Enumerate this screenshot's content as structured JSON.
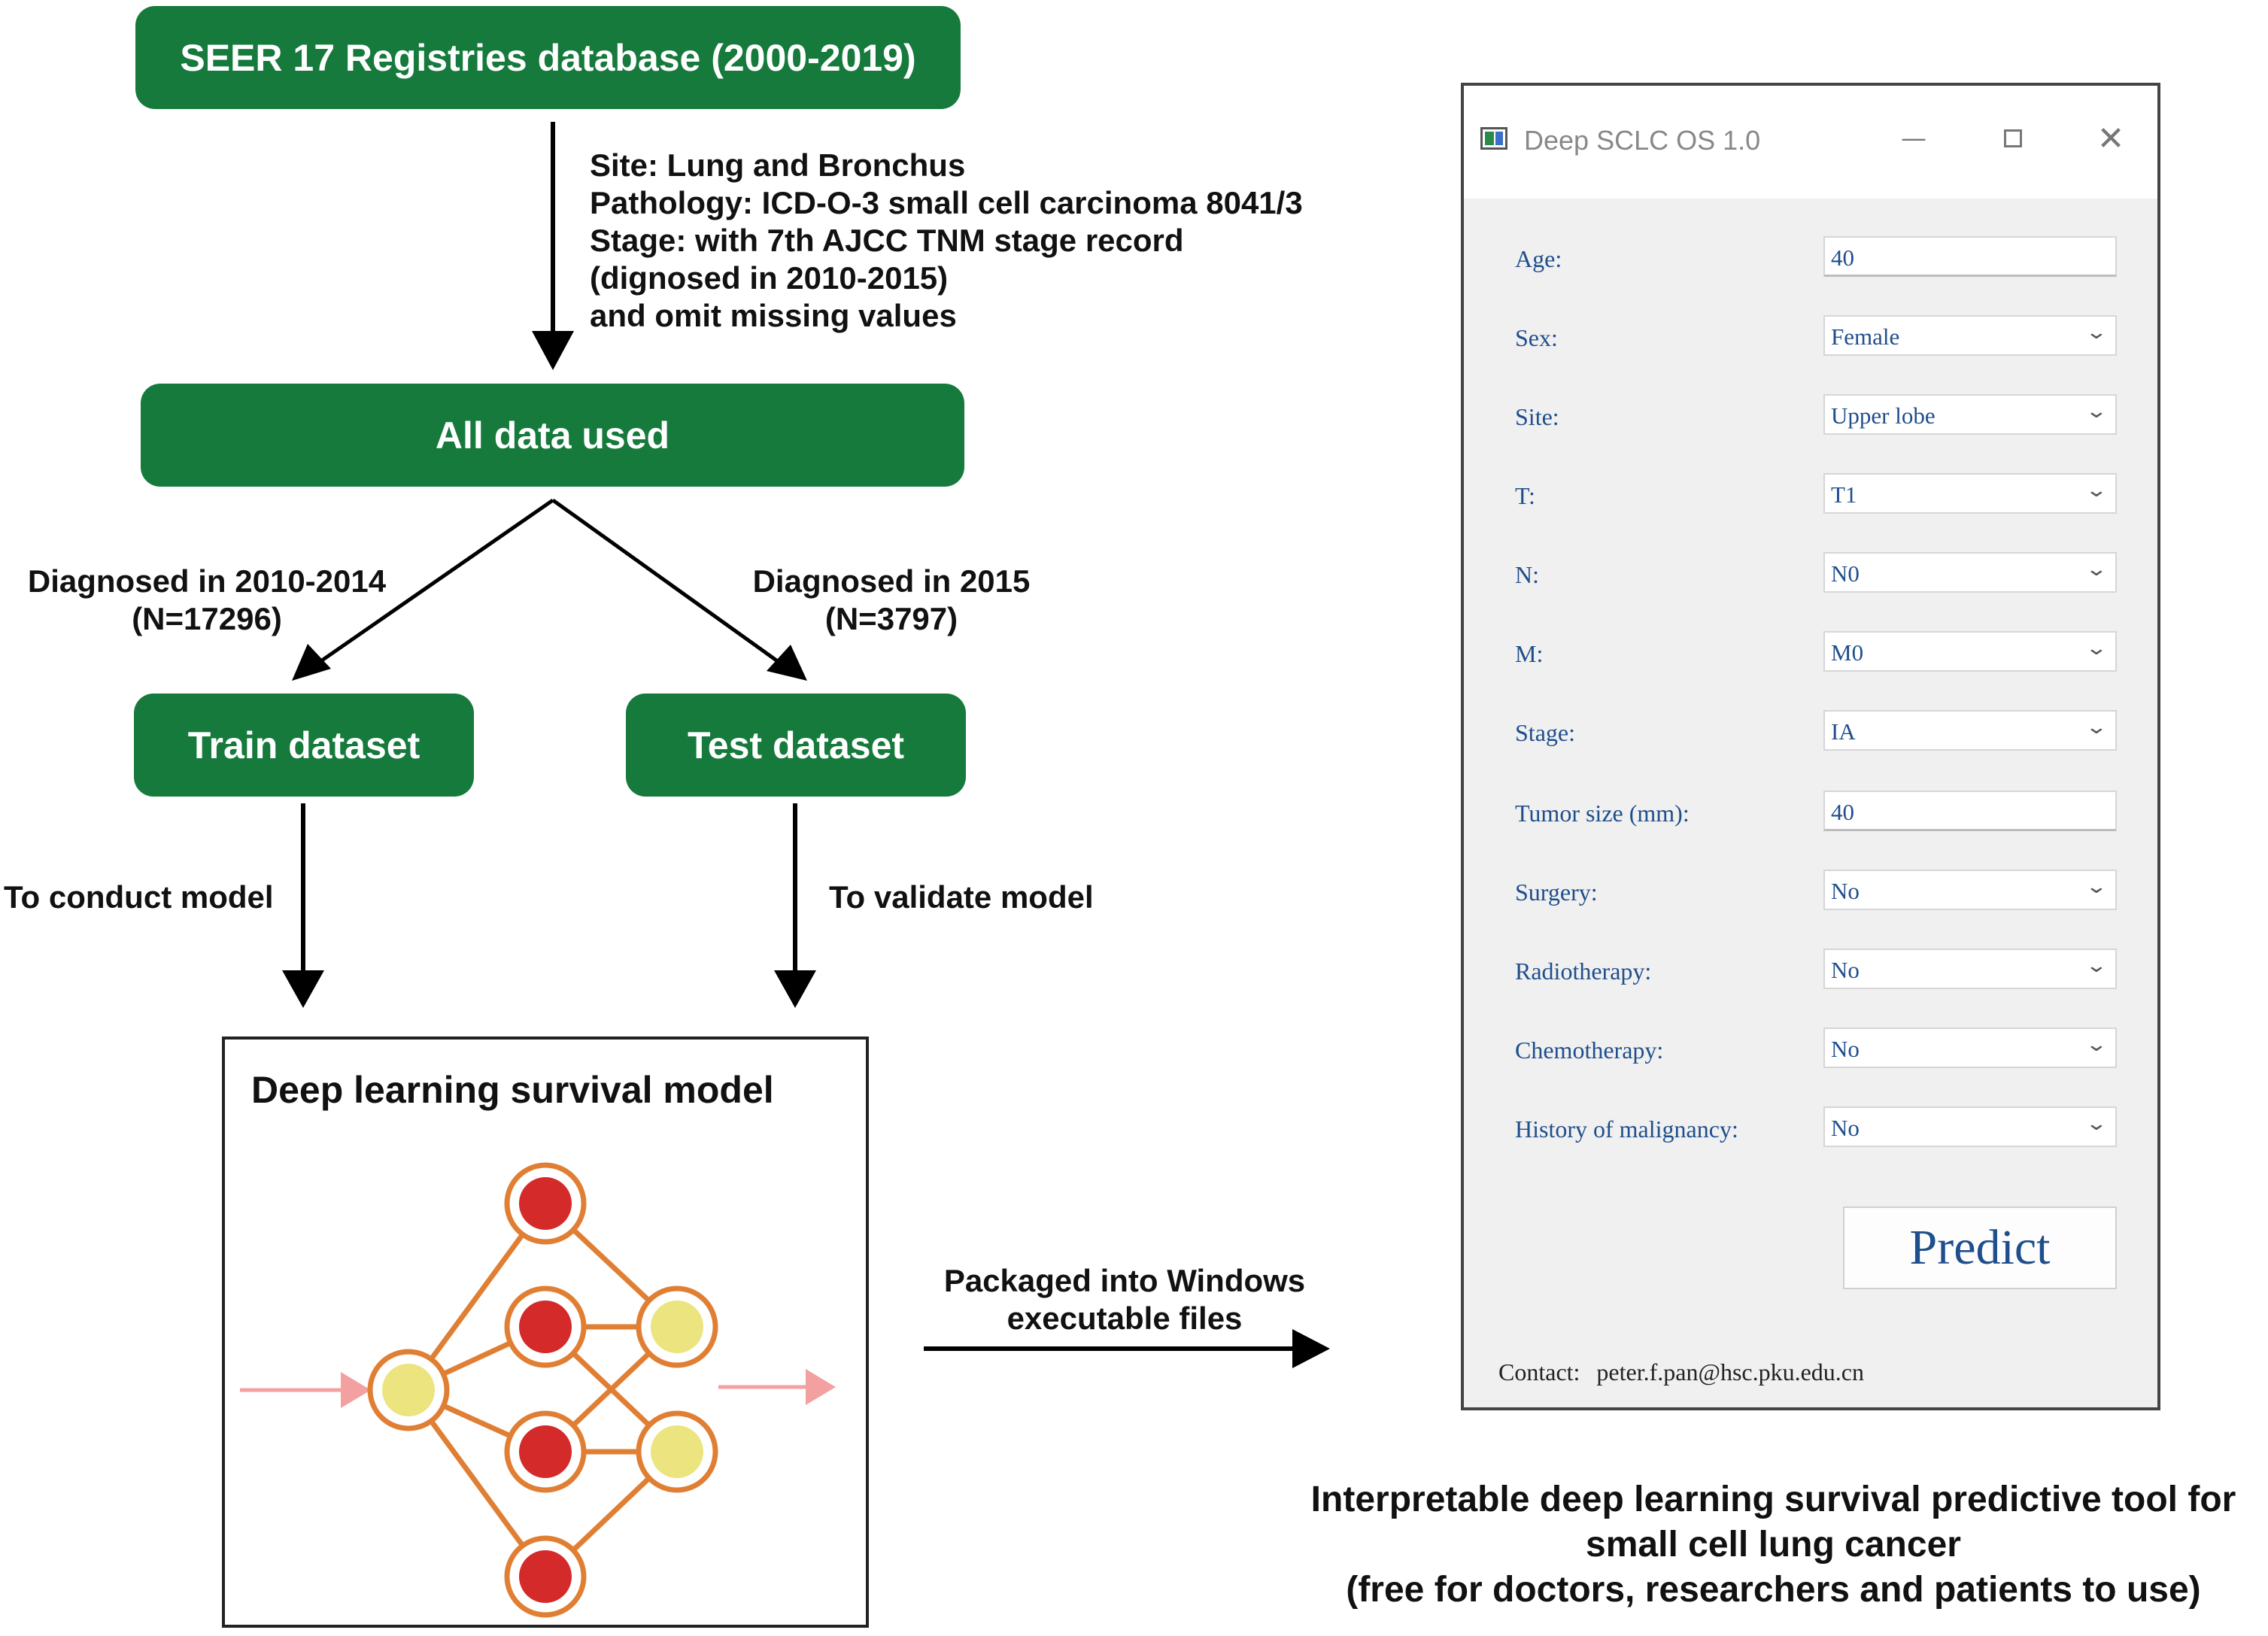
{
  "flow": {
    "seer_box": "SEER 17 Registries database (2000-2019)",
    "criteria": [
      "Site: Lung and Bronchus",
      "Pathology: ICD-O-3 small cell carcinoma 8041/3",
      "Stage: with 7th AJCC TNM stage record",
      "(dignosed in 2010-2015)",
      "and omit missing values"
    ],
    "all_data_box": "All data used",
    "train_split_label": [
      "Diagnosed in 2010-2014",
      "(N=17296)"
    ],
    "test_split_label": [
      "Diagnosed in 2015",
      "(N=3797)"
    ],
    "train_box": "Train dataset",
    "test_box": "Test dataset",
    "conduct_label": "To conduct model",
    "validate_label": "To validate model",
    "model_title": "Deep learning survival model",
    "packaged_label": [
      "Packaged into Windows",
      "executable files"
    ],
    "caption": [
      "Interpretable deep learning survival predictive tool for",
      "small cell lung cancer",
      "(free for doctors, researchers and patients to use)"
    ]
  },
  "app": {
    "title": "Deep SCLC OS 1.0",
    "fields": [
      {
        "label": "Age:",
        "value": "40",
        "kind": "input"
      },
      {
        "label": "Sex:",
        "value": "Female",
        "kind": "select"
      },
      {
        "label": "Site:",
        "value": "Upper lobe",
        "kind": "select"
      },
      {
        "label": "T:",
        "value": "T1",
        "kind": "select"
      },
      {
        "label": "N:",
        "value": "N0",
        "kind": "select"
      },
      {
        "label": "M:",
        "value": "M0",
        "kind": "select"
      },
      {
        "label": "Stage:",
        "value": "IA",
        "kind": "select"
      },
      {
        "label": "Tumor size (mm):",
        "value": "40",
        "kind": "input"
      },
      {
        "label": "Surgery:",
        "value": "No",
        "kind": "select"
      },
      {
        "label": "Radiotherapy:",
        "value": "No",
        "kind": "select"
      },
      {
        "label": "Chemotherapy:",
        "value": "No",
        "kind": "select"
      },
      {
        "label": "History of malignancy:",
        "value": "No",
        "kind": "select"
      }
    ],
    "predict_label": "Predict",
    "contact_label": "Contact:",
    "contact_email": "peter.f.pan@hsc.pku.edu.cn"
  },
  "colors": {
    "box_green": "#157a3c",
    "node_red": "#d42a2a",
    "node_yellow": "#ece47e",
    "node_ring": "#e07f34",
    "input_arrow": "#f2a0a0",
    "field_text": "#1f4e8c"
  },
  "icons": [
    "minimize-icon",
    "maximize-icon",
    "close-icon",
    "chevron-down-icon",
    "app-icon"
  ]
}
